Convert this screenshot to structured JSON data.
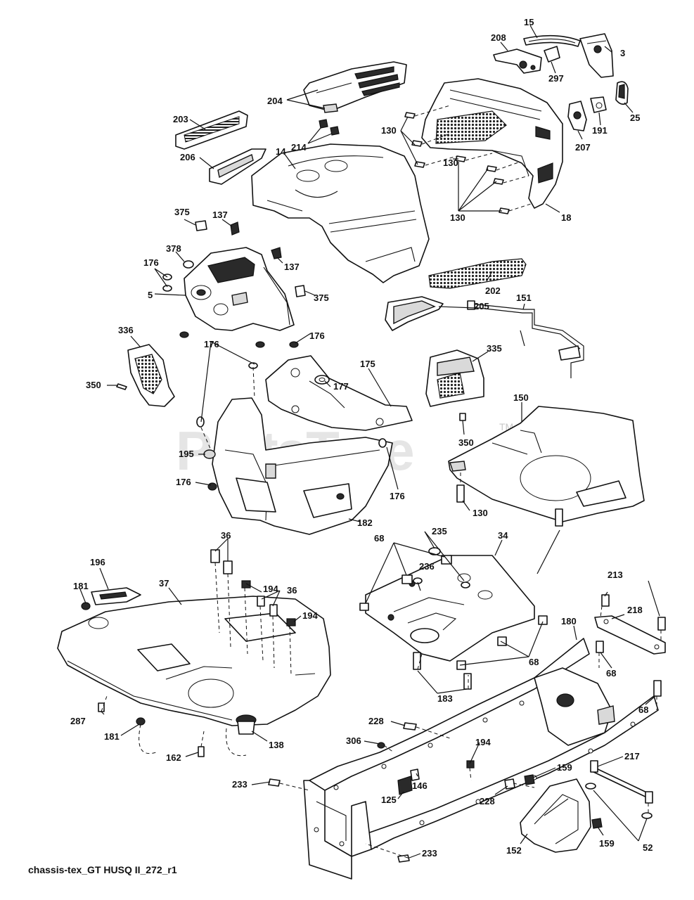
{
  "caption": "chassis-tex_GT HUSQ II_272_r1",
  "watermark": {
    "text": "PartsTree",
    "trademark": "TM"
  },
  "callouts": [
    "15",
    "208",
    "3",
    "297",
    "204",
    "25",
    "191",
    "207",
    "130",
    "203",
    "214",
    "14",
    "130",
    "206",
    "130",
    "18",
    "375",
    "137",
    "378",
    "137",
    "176",
    "5",
    "375",
    "202",
    "205",
    "151",
    "336",
    "176",
    "176",
    "175",
    "335",
    "350",
    "177",
    "150",
    "195",
    "350",
    "176",
    "176",
    "130",
    "182",
    "196",
    "36",
    "235",
    "34",
    "181",
    "37",
    "194",
    "68",
    "236",
    "213",
    "36",
    "194",
    "218",
    "180",
    "68",
    "68",
    "183",
    "68",
    "287",
    "228",
    "194",
    "181",
    "138",
    "306",
    "162",
    "159",
    "217",
    "233",
    "146",
    "125",
    "228",
    "52",
    "159",
    "233",
    "152"
  ]
}
